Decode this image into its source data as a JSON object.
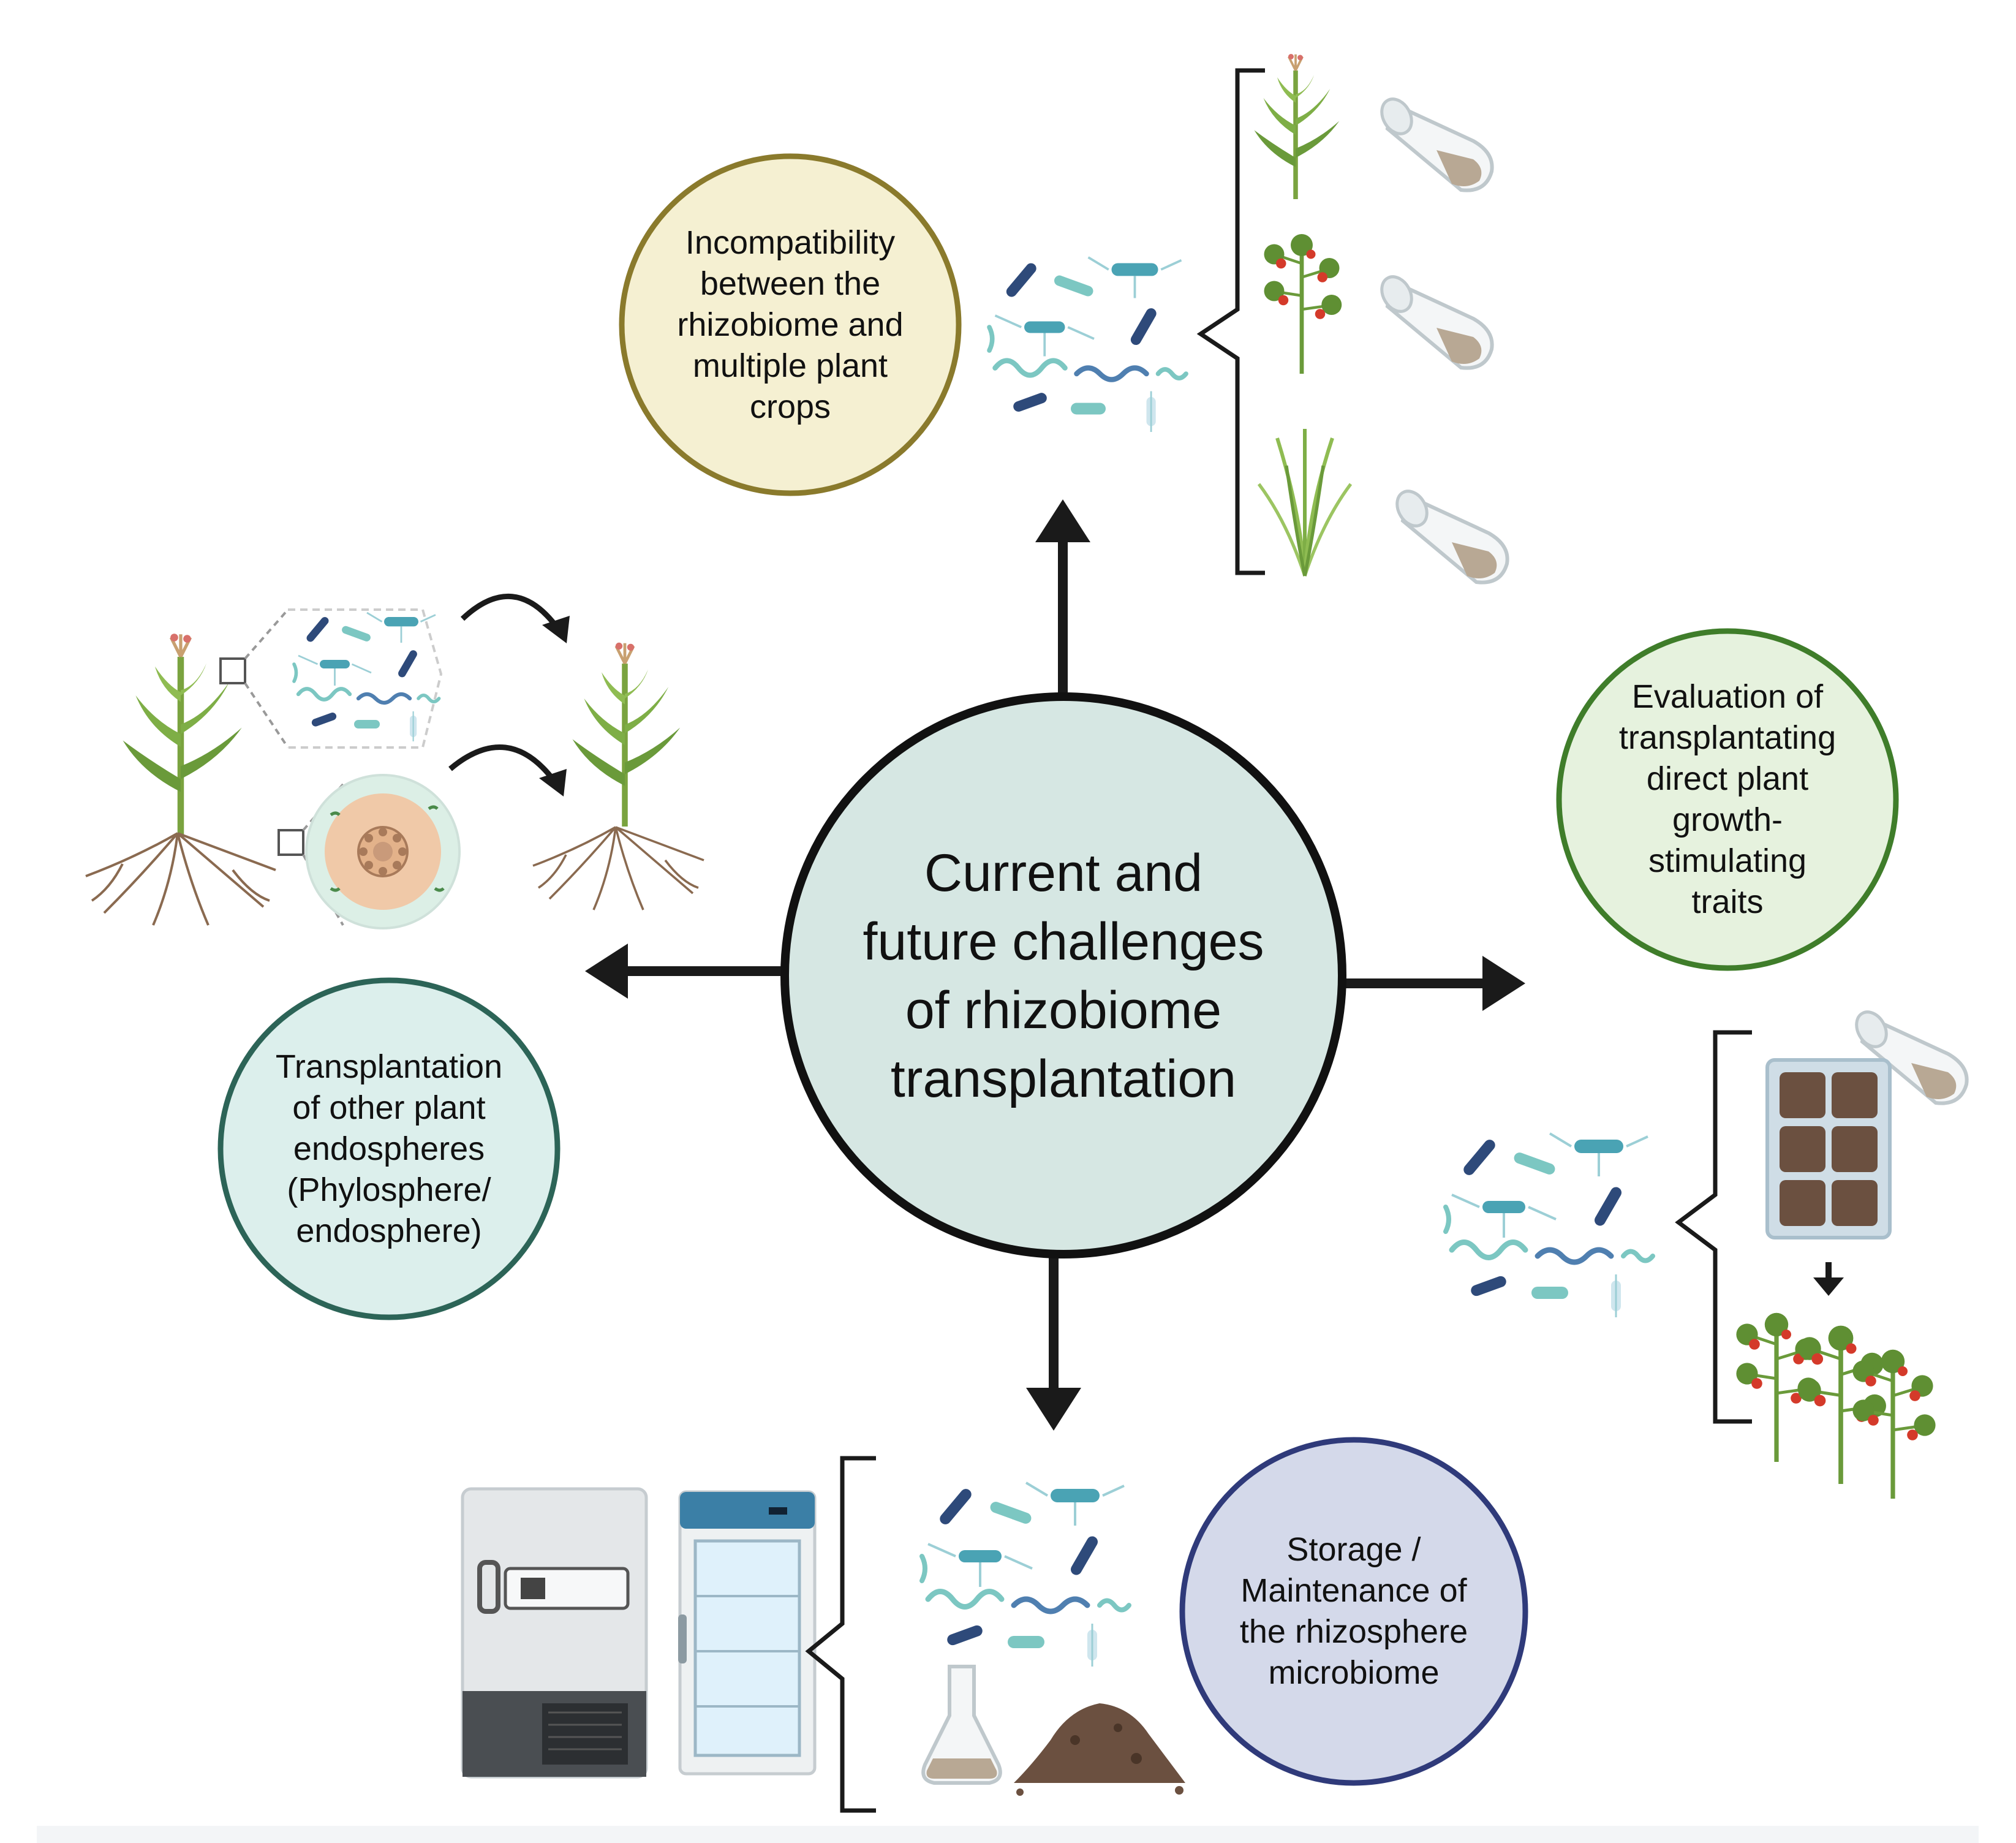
{
  "center": {
    "lines": [
      "Current and",
      "future challenges",
      "of rhizobiome",
      "transplantation"
    ]
  },
  "top_bubble": {
    "lines": [
      "Incompatibility",
      "between the",
      "rhizobiome and",
      "multiple plant",
      "crops"
    ]
  },
  "right_bubble": {
    "lines": [
      "Evaluation of",
      "transplantating",
      "direct plant",
      "growth-",
      "stimulating",
      "traits"
    ]
  },
  "left_bubble": {
    "lines": [
      "Transplantation",
      "of other plant",
      "endospheres",
      "(Phylosphere/",
      "endosphere)"
    ]
  },
  "bottom_bubble": {
    "lines": [
      "Storage /",
      "Maintenance of",
      "the rhizosphere",
      "microbiome"
    ]
  },
  "colors": {
    "center_fill": "#d6e7e3",
    "top_fill": "#f5f0d2",
    "top_stroke": "#8a7a2c",
    "right_fill": "#e6f2de",
    "right_stroke": "#3f7d2a",
    "left_fill": "#dcefec",
    "left_stroke": "#2c6457",
    "bottom_fill": "#d4d9ea",
    "bottom_stroke": "#2f3a7a",
    "arrow": "#1a1a1a",
    "plant_green": "#6a9a3a",
    "microbe_teal": "#7cc7c2",
    "microbe_navy": "#2e4a7a",
    "tomato_red": "#d43a2a",
    "soil_brown": "#6b5040"
  },
  "icons": [
    "maize-plant-icon",
    "tomato-plant-icon",
    "grass-plant-icon",
    "soil-tube-icon",
    "microbe-cluster-icon",
    "seedling-tray-icon",
    "freezer-icon",
    "fridge-icon",
    "flask-icon",
    "soil-pile-icon",
    "root-cross-section-icon",
    "curved-arrow-icon"
  ]
}
